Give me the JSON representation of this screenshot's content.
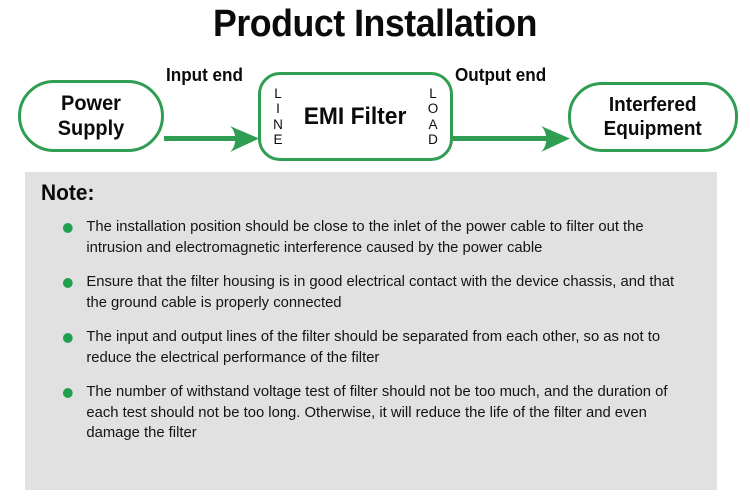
{
  "page": {
    "title": "Product Installation",
    "background": "#ffffff"
  },
  "colors": {
    "green_border": "#2f9e52",
    "green_arrow": "#2f9e52",
    "green_bullet": "#20a04f",
    "note_background": "#e1e1e1",
    "text": "#0b0b0b"
  },
  "diagram": {
    "type": "flow",
    "nodes": [
      {
        "id": "power-supply",
        "label_line1": "Power",
        "label_line2": "Supply",
        "shape": "pill"
      },
      {
        "id": "emi-filter",
        "label": "EMI Filter",
        "shape": "rounded-rect",
        "left_port": "LINE",
        "right_port": "LOAD",
        "left_port_letters": [
          "L",
          "I",
          "N",
          "E"
        ],
        "right_port_letters": [
          "L",
          "O",
          "A",
          "D"
        ]
      },
      {
        "id": "interfered-equipment",
        "label_line1": "Interfered",
        "label_line2": "Equipment",
        "shape": "pill"
      }
    ],
    "edges": [
      {
        "id": "input-edge",
        "label": "Input end",
        "from": "power-supply",
        "to": "emi-filter",
        "direction": "right"
      },
      {
        "id": "output-edge",
        "label": "Output end",
        "from": "emi-filter",
        "to": "interfered-equipment",
        "direction": "right"
      }
    ]
  },
  "note": {
    "heading": "Note:",
    "items": [
      "The installation position should be close to the inlet of the power cable to filter out the intrusion and electromagnetic interference caused by the power cable",
      "Ensure that the filter housing is in good electrical contact with the device chassis, and that the ground cable is properly connected",
      "The input and output lines of the filter should be separated from each other, so as not to reduce the electrical performance of the filter",
      "The number of withstand voltage test of filter should not be too much, and the duration of each test should not be too long. Otherwise, it will reduce the life of the filter and even damage the filter"
    ]
  }
}
